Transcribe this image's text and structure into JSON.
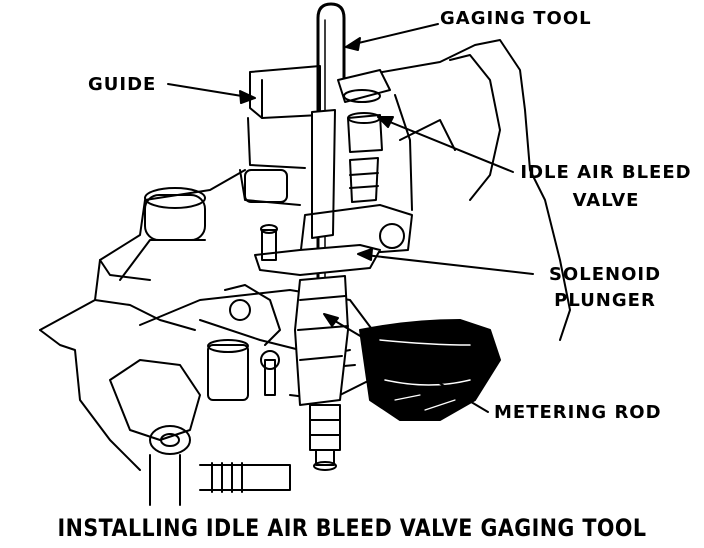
{
  "labels": {
    "gaging_tool": "GAGING TOOL",
    "guide": "GUIDE",
    "idle_air_bleed_line1": "IDLE AIR BLEED",
    "idle_air_bleed_line2": "VALVE",
    "solenoid_line1": "SOLENOID",
    "solenoid_line2": "PLUNGER",
    "metering_rod": "METERING ROD"
  },
  "caption": "INSTALLING IDLE AIR BLEED VALVE GAGING TOOL",
  "colors": {
    "ink": "#000000",
    "paper": "#ffffff"
  }
}
